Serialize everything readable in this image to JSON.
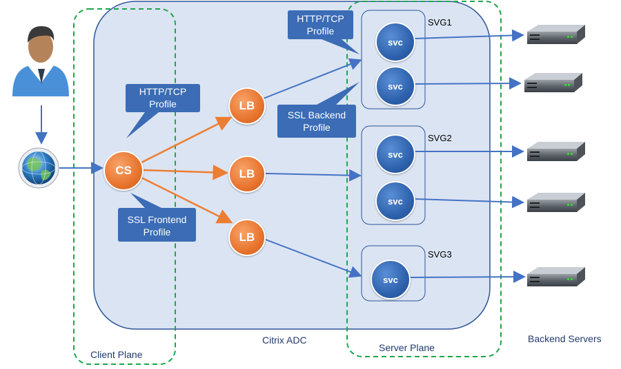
{
  "diagram": {
    "adc_label": "Citrix ADC",
    "client_plane_label": "Client Plane",
    "server_plane_label": "Server Plane",
    "backend_label": "Backend Servers",
    "cs_label": "CS",
    "lb_labels": [
      "LB",
      "LB",
      "LB"
    ],
    "svc_label": "svc",
    "groups": [
      "SVG1",
      "SVG2",
      "SVG3"
    ],
    "callouts": {
      "http_client": [
        "HTTP/TCP",
        "Profile"
      ],
      "ssl_frontend": [
        "SSL Frontend",
        "Profile"
      ],
      "http_server": [
        "HTTP/TCP",
        "Profile"
      ],
      "ssl_backend": [
        "SSL Backend",
        "Profile"
      ]
    },
    "colors": {
      "adc_fill": "#dbe4f3",
      "adc_border": "#2e5597",
      "plane_border": "#1aa54a",
      "orange_arrow": "#ed7d31",
      "blue_arrow": "#4472c4",
      "callout_fill": "#3b6cb5"
    }
  }
}
